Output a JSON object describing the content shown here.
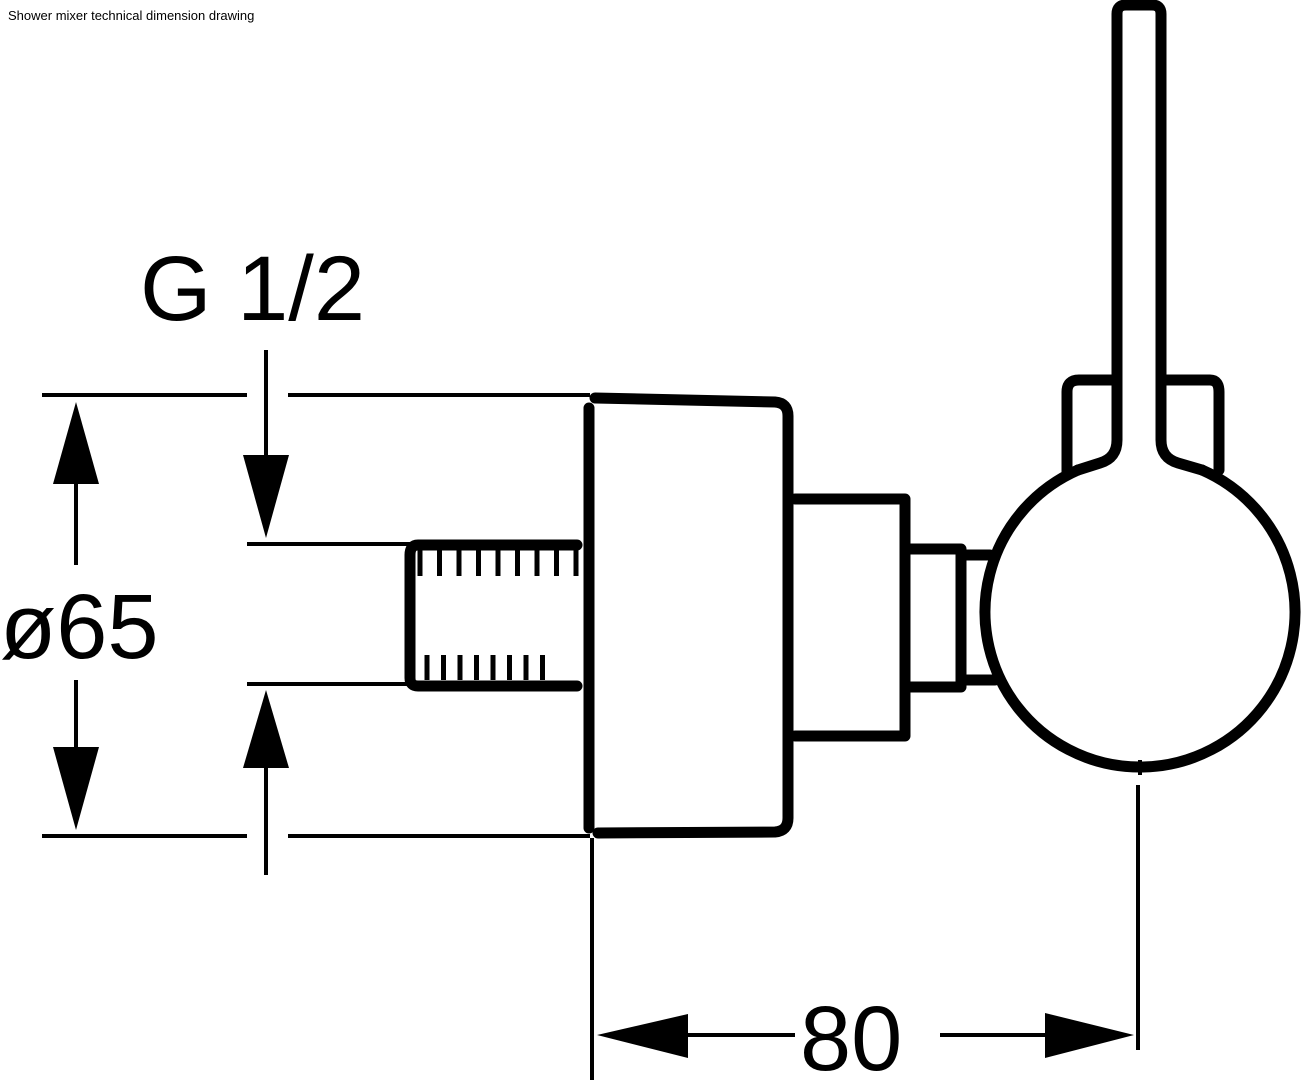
{
  "drawing": {
    "title": "Shower mixer technical dimension drawing",
    "colors": {
      "line": "#000000",
      "background": "#ffffff"
    },
    "dimensions": {
      "thread": {
        "label": "G 1/2"
      },
      "diameter": {
        "label": "ø65"
      },
      "projection": {
        "label": "80"
      }
    }
  }
}
